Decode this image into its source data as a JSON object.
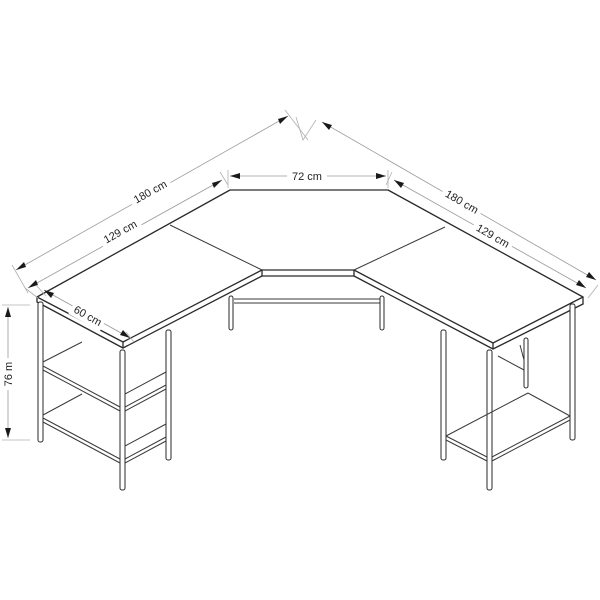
{
  "diagram": {
    "subject": "L-shaped corner desk",
    "style": "technical line drawing",
    "colors": {
      "line": "#2a2a2a",
      "dimension_line": "#9a9a9a",
      "text": "#222222",
      "background": "#ffffff"
    }
  },
  "dimensions": {
    "left_outer_length": "180 cm",
    "left_inner_length": "129 cm",
    "center_width": "72 cm",
    "right_outer_length": "180 cm",
    "right_inner_length": "129 cm",
    "depth": "60 cm",
    "height": "76 m"
  },
  "parts": {
    "left_wing": "left desk wing with two shelves",
    "center": "corner center panel with support bar",
    "right_wing": "right desk wing with one lower shelf"
  }
}
